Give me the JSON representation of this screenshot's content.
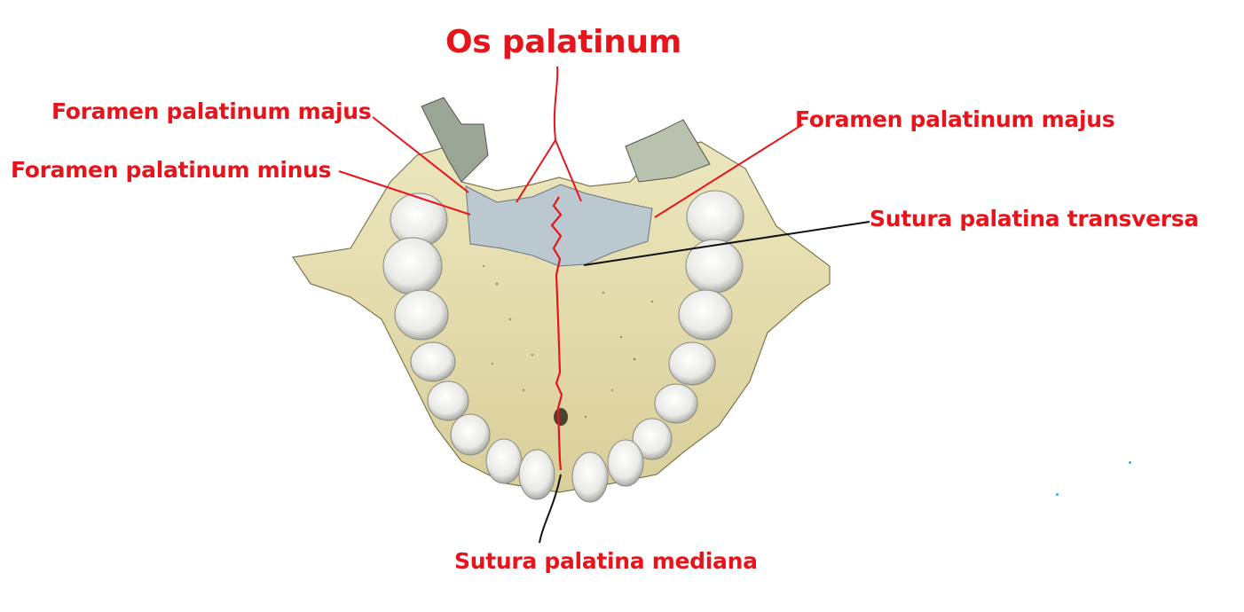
{
  "labels": {
    "title": "Os palatinum",
    "foramen_majus_left": "Foramen palatinum majus",
    "foramen_minus_left": "Foramen palatinum minus",
    "foramen_majus_right": "Foramen palatinum majus",
    "sutura_transversa": "Sutura palatina transversa",
    "sutura_mediana": "Sutura palatina mediana"
  },
  "colors": {
    "label_red": "#e8141c",
    "pointer_black": "#111111",
    "bone_maxilla": "#e6dfb0",
    "bone_palatine": "#bcc8d0",
    "teeth": "#f1f1ef"
  }
}
